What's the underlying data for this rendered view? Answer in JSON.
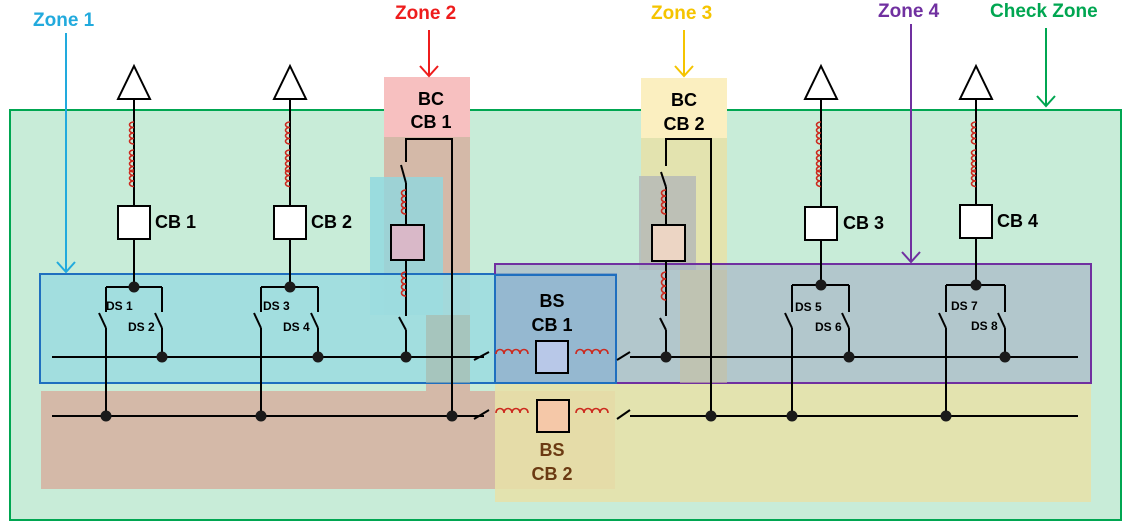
{
  "zones": {
    "zone1": {
      "label": "Zone 1",
      "color": "#22aadd"
    },
    "zone2": {
      "label": "Zone 2",
      "color": "#ee1c1c"
    },
    "zone3": {
      "label": "Zone 3",
      "color": "#f5c400"
    },
    "zone4": {
      "label": "Zone 4",
      "color": "#7030a0"
    },
    "check": {
      "label": "Check Zone",
      "color": "#00a651"
    }
  },
  "breakers": {
    "cb1": "CB 1",
    "cb2": "CB 2",
    "cb3": "CB 3",
    "cb4": "CB 4",
    "bc_cb1": {
      "line1": "BC",
      "line2": "CB 1"
    },
    "bc_cb2": {
      "line1": "BC",
      "line2": "CB 2"
    },
    "bs_cb1": {
      "line1": "BS",
      "line2": "CB 1"
    },
    "bs_cb2": {
      "line1": "BS",
      "line2": "CB 2"
    }
  },
  "disconnectors": {
    "ds1": "DS 1",
    "ds2": "DS 2",
    "ds3": "DS 3",
    "ds4": "DS 4",
    "ds5": "DS 5",
    "ds6": "DS 6",
    "ds7": "DS 7",
    "ds8": "DS 8"
  }
}
